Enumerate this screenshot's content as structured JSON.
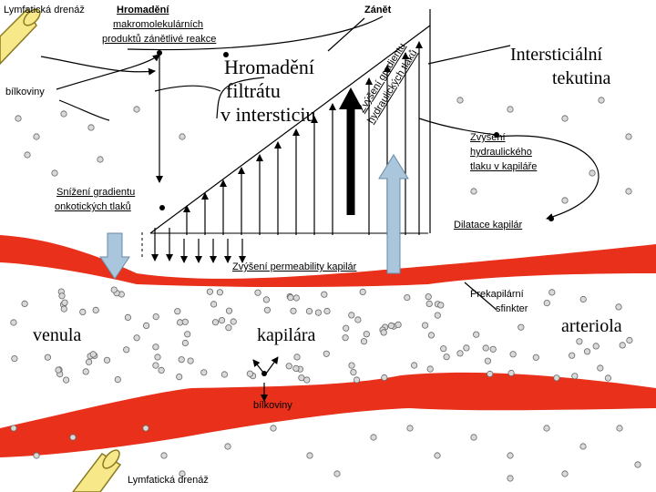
{
  "labels": {
    "lymph_top": "Lymfatická drenáž",
    "macro_line1": "Hromadění",
    "macro_line2": "makromolekulárních",
    "macro_line3": "produktů zánětlivé reakce",
    "zanet": "Zánět",
    "bilkoviny_left": "bílkoviny",
    "filtrate_line1": "Hromadění",
    "filtrate_line2": "filtrátu",
    "filtrate_line3": "v intersticiu",
    "gradient_line1": "Zvýšení gradientu",
    "gradient_line2": "hydraulických tlaků",
    "interstitial_line1": "Intersticiální",
    "interstitial_line2": "tekutina",
    "hydraulic_line1": "Zvýšení",
    "hydraulic_line2": "hydraulického",
    "hydraulic_line3": "tlaku v kapiláře",
    "oncotic_line1": "Snížení gradientu",
    "oncotic_line2": "onkotických tlaků",
    "dilatace": "Dilatace kapilár",
    "permeability": "Zvýšení permeability kapilár",
    "sphincter_line1": "Prekapilární",
    "sphincter_line2": "sfinkter",
    "venula": "venula",
    "kapilara": "kapilára",
    "arteriola": "arteriola",
    "bilkoviny_bottom": "bílkoviny",
    "lymph_bottom": "Lymfatická drenáž"
  },
  "colors": {
    "vessel": "#e8301a",
    "lymph_vessel": "#f7e98a",
    "lymph_outline": "#8a7a20",
    "blue_arrow": "#a9c6dd",
    "molecule_fill": "#d9d9d9",
    "line": "#000000"
  }
}
